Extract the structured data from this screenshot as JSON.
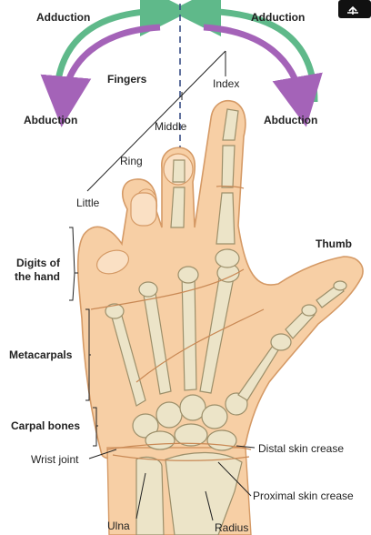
{
  "labels": {
    "adduction_left": "Adduction",
    "adduction_right": "Adduction",
    "abduction_left": "Abduction",
    "abduction_right": "Abduction",
    "fingers": "Fingers",
    "index": "Index",
    "middle": "Middle",
    "ring": "Ring",
    "little": "Little",
    "thumb": "Thumb",
    "digits_line1": "Digits of",
    "digits_line2": "the hand",
    "metacarpals": "Metacarpals",
    "carpal_bones": "Carpal bones",
    "wrist_joint": "Wrist joint",
    "distal_skin_crease": "Distal skin crease",
    "proximal_skin_crease": "Proximal skin crease",
    "ulna": "Ulna",
    "radius": "Radius"
  },
  "colors": {
    "adduction_arrow": "#5fb98a",
    "abduction_arrow": "#a463b8",
    "skin": "#f7cfa5",
    "skin_outline": "#d59a66",
    "bone": "#ece4c8",
    "bone_outline": "#9c8f6a",
    "axis_line": "#3a4f86"
  },
  "icons": {
    "corner": "move-icon"
  }
}
